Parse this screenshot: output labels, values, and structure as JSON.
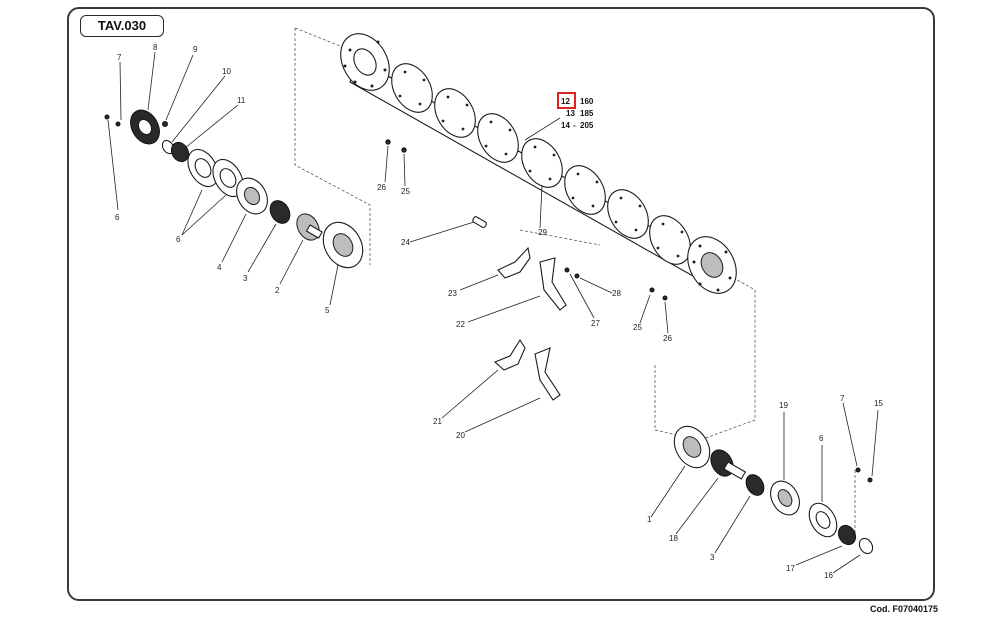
{
  "table_id": "TAV.030",
  "drawing_code": "Cod. F07040175",
  "highlight_color": "#e02020",
  "rotor_variants": [
    {
      "num": "12",
      "len": "160",
      "highlighted": true
    },
    {
      "num": "13",
      "len": "185",
      "highlighted": false
    },
    {
      "num": "14",
      "len": "205",
      "highlighted": false
    }
  ],
  "left_labels": [
    "7",
    "8",
    "9",
    "10",
    "11",
    "6",
    "6",
    "4",
    "3",
    "2",
    "5"
  ],
  "center_labels": [
    "26",
    "25",
    "24",
    "23",
    "22",
    "27",
    "28",
    "29"
  ],
  "blade_labels": [
    "21",
    "20"
  ],
  "right_labels": [
    "25",
    "26",
    "19",
    "7",
    "15",
    "6",
    "1",
    "18",
    "3",
    "17",
    "16"
  ]
}
